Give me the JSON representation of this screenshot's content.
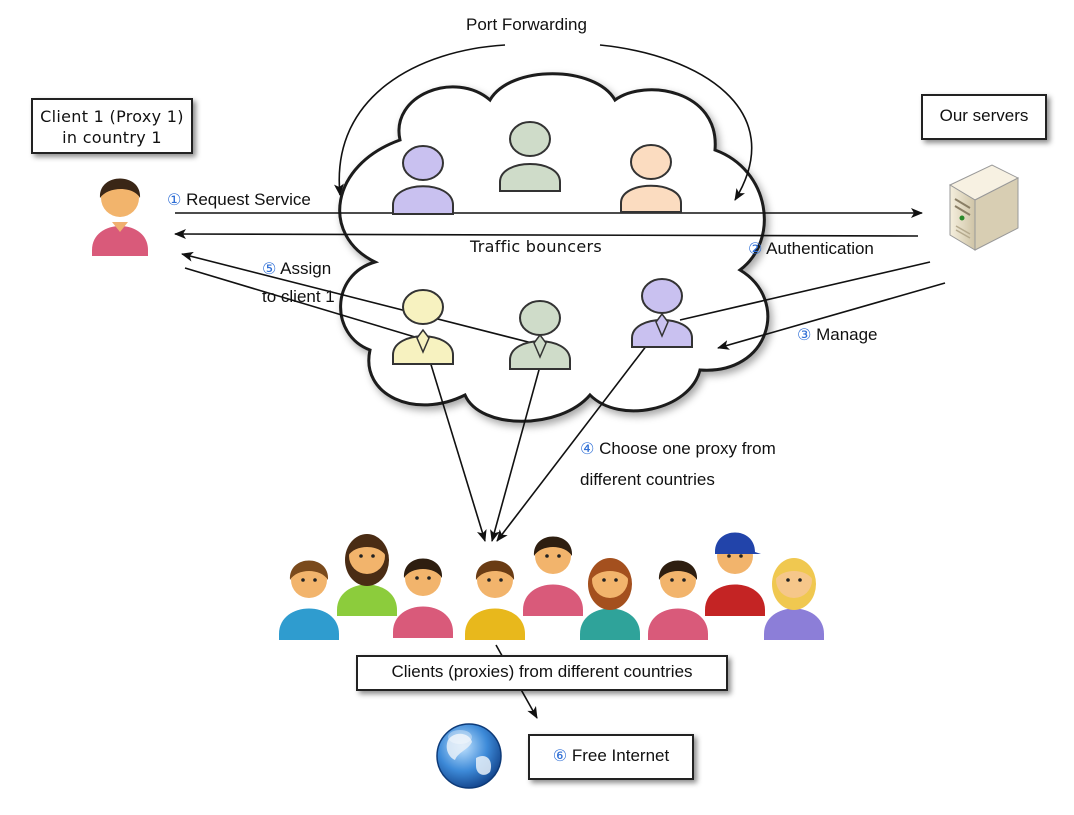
{
  "labels": {
    "port_forwarding": "Port Forwarding",
    "client1_line1": "Client 1 (Proxy 1)",
    "client1_line2": "in country 1",
    "our_servers": "Our servers",
    "traffic_bouncers": "Traffic bouncers",
    "step1_num": "①",
    "step1_text": "Request Service",
    "step2_num": "②",
    "step2_text": "Authentication",
    "step3_num": "③",
    "step3_text": "Manage",
    "step4_num": "④",
    "step4_line1": "Choose one proxy from",
    "step4_line2": "different countries",
    "step5_num": "⑤",
    "step5_line1": "Assign",
    "step5_line2": "to client 1",
    "clients_box": "Clients (proxies) from different countries",
    "step6_num": "⑥",
    "step6_text": "Free Internet"
  },
  "colors": {
    "bouncer_purple": "#c9c1f0",
    "bouncer_green": "#cfdcc9",
    "bouncer_peach": "#fbdcc0",
    "bouncer_yellow": "#f7f2c0",
    "step_number": "#2f6fd6"
  },
  "icons": {
    "client1": "person-icon",
    "server": "server-icon",
    "globe": "globe-icon",
    "crowd": "people-crowd-icon"
  }
}
